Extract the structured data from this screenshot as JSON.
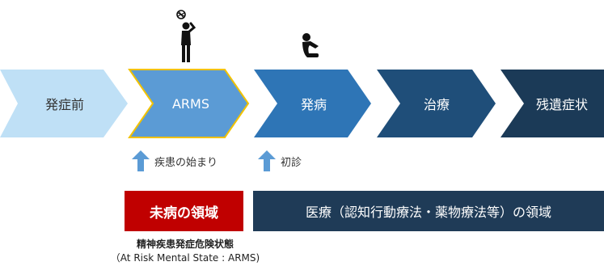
{
  "stages": [
    {
      "label": "発症前",
      "fill": "#bfe0f6",
      "text_color": "#333333"
    },
    {
      "label": "ARMS",
      "fill": "#5b9bd5",
      "text_color": "#ffffff",
      "outline": "#f2c200"
    },
    {
      "label": "発病",
      "fill": "#2e75b6",
      "text_color": "#ffffff"
    },
    {
      "label": "治療",
      "fill": "#1f4e79",
      "text_color": "#ffffff"
    },
    {
      "label": "残遺症状",
      "fill": "#1b3a57",
      "text_color": "#ffffff"
    }
  ],
  "markers": {
    "onset": {
      "label": "疾患の始まり",
      "arrow_color": "#5b9bd5",
      "icon": "up-arrow-icon"
    },
    "first_visit": {
      "label": "初診",
      "arrow_color": "#5b9bd5",
      "icon": "up-arrow-icon"
    }
  },
  "domains": {
    "pre_illness": {
      "label": "未病の領域",
      "color": "#c00000"
    },
    "medical": {
      "label": "医療（認知行動療法・薬物療法等）の領域",
      "color": "#1f3b57"
    }
  },
  "caption": {
    "line1": "精神疾患発症危険状態",
    "line2": "（At Risk Mental State : ARMS)"
  },
  "figures": {
    "arms": {
      "icon": "standing-worried-person-icon"
    },
    "onset": {
      "icon": "crouching-person-icon"
    }
  }
}
